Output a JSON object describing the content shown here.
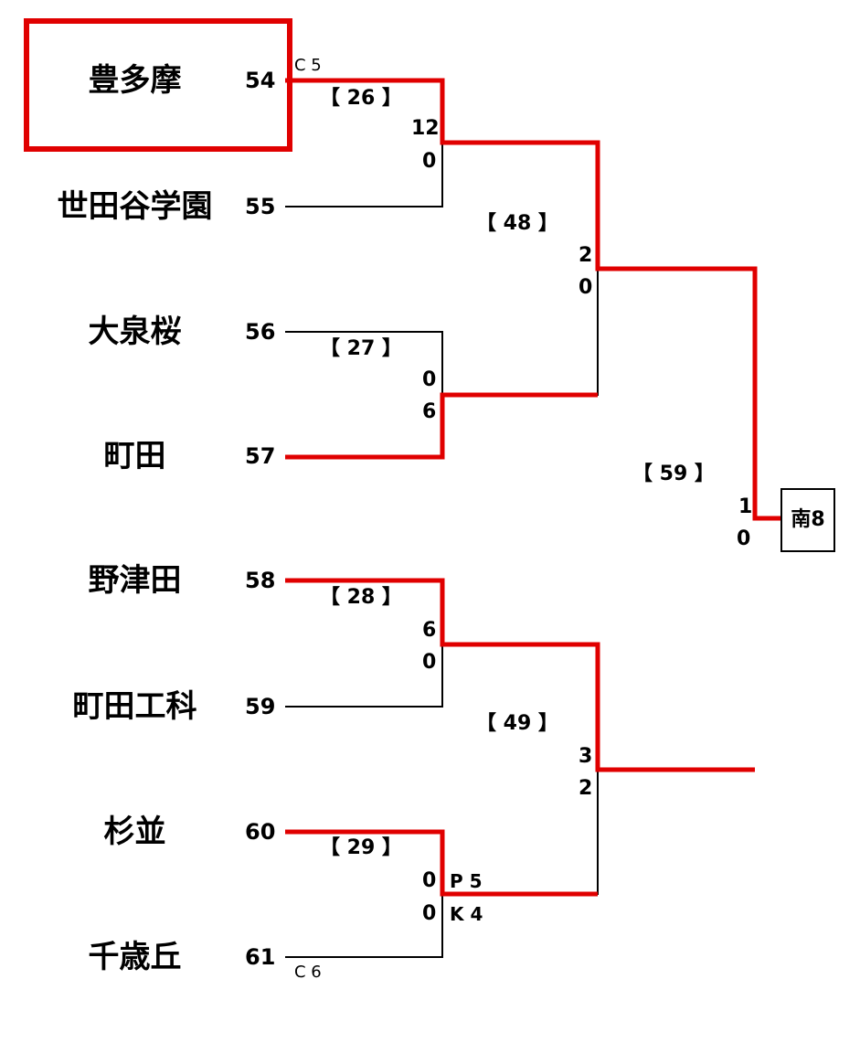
{
  "teams": [
    {
      "name": "豊多摩",
      "seed": "54"
    },
    {
      "name": "世田谷学園",
      "seed": "55"
    },
    {
      "name": "大泉桜",
      "seed": "56"
    },
    {
      "name": "町田",
      "seed": "57"
    },
    {
      "name": "野津田",
      "seed": "58"
    },
    {
      "name": "町田工科",
      "seed": "59"
    },
    {
      "name": "杉並",
      "seed": "60"
    },
    {
      "name": "千歳丘",
      "seed": "61"
    }
  ],
  "matches": {
    "m26": {
      "label": "【 26 】",
      "top_score": "12",
      "bottom_score": "0"
    },
    "m27": {
      "label": "【 27 】",
      "top_score": "0",
      "bottom_score": "6"
    },
    "m28": {
      "label": "【 28 】",
      "top_score": "6",
      "bottom_score": "0"
    },
    "m29": {
      "label": "【 29 】",
      "top_score": "0",
      "bottom_score": "0",
      "pk_top": "P 5",
      "pk_bottom": "K 4"
    },
    "m48": {
      "label": "【 48 】",
      "top_score": "2",
      "bottom_score": "0"
    },
    "m49": {
      "label": "【 49 】",
      "top_score": "3",
      "bottom_score": "2"
    },
    "m59": {
      "label": "【 59 】",
      "top_score": "1",
      "bottom_score": "0"
    }
  },
  "notes": {
    "c5": "C 5",
    "c6": "C 6"
  },
  "winner_label": "南8",
  "colors": {
    "winner_line": "#e00000",
    "line": "#000000"
  }
}
